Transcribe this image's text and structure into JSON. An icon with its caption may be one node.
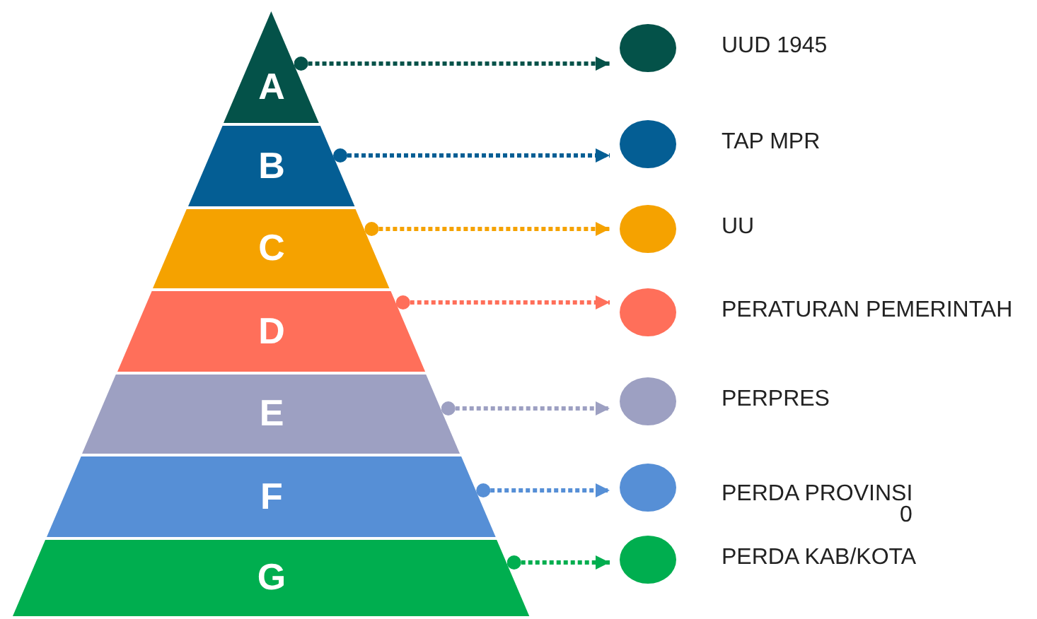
{
  "diagram": {
    "nodes": [
      {
        "text": [
          "A"
        ]
      },
      {
        "text": [
          "B"
        ]
      },
      {
        "text": [
          "C"
        ]
      },
      {
        "text": [
          "D"
        ]
      },
      {
        "text": [
          "E"
        ]
      },
      {
        "text": [
          "F"
        ]
      },
      {
        "text": [
          "G"
        ]
      },
      {
        "text": [],
        "shape": "circle",
        "beside": [
          "UUD 1945"
        ]
      },
      {
        "text": [],
        "shape": "circle",
        "beside": [
          "TAP MPR"
        ]
      },
      {
        "text": [],
        "shape": "circle",
        "beside": [
          "UU"
        ]
      },
      {
        "text": [],
        "shape": "circle",
        "beside": [
          "PERATURAN PEMERINTAH"
        ]
      },
      {
        "text": [],
        "shape": "circle",
        "beside": [
          "PERPRES"
        ]
      },
      {
        "text": [],
        "shape": "circle",
        "beside": [
          "PERDA PROVINSI"
        ]
      },
      {
        "text": [],
        "shape": "circle",
        "beside": [
          "PERDA KAB/KOTA"
        ]
      }
    ],
    "edges": [
      {
        "from": 0,
        "to": 7,
        "arrow": "to",
        "style": "dashed",
        "color": "#045249"
      },
      {
        "from": 1,
        "to": 8,
        "arrow": "to",
        "style": "dashed",
        "color": "#045e94"
      },
      {
        "from": 2,
        "to": 9,
        "arrow": "to",
        "style": "dashed",
        "color": "#f5a200"
      },
      {
        "from": 3,
        "to": 10,
        "arrow": "to",
        "style": "dashed",
        "color": "#ff6f5a"
      },
      {
        "from": 4,
        "to": 11,
        "arrow": "to",
        "style": "dashed",
        "color": "#9da0c2"
      },
      {
        "from": 5,
        "to": 12,
        "arrow": "to",
        "style": "dashed",
        "color": "#568fd6"
      },
      {
        "from": 6,
        "to": 13,
        "arrow": "to",
        "style": "dashed",
        "color": "#00ae4f"
      }
    ],
    "labels": [
      "0"
    ]
  }
}
